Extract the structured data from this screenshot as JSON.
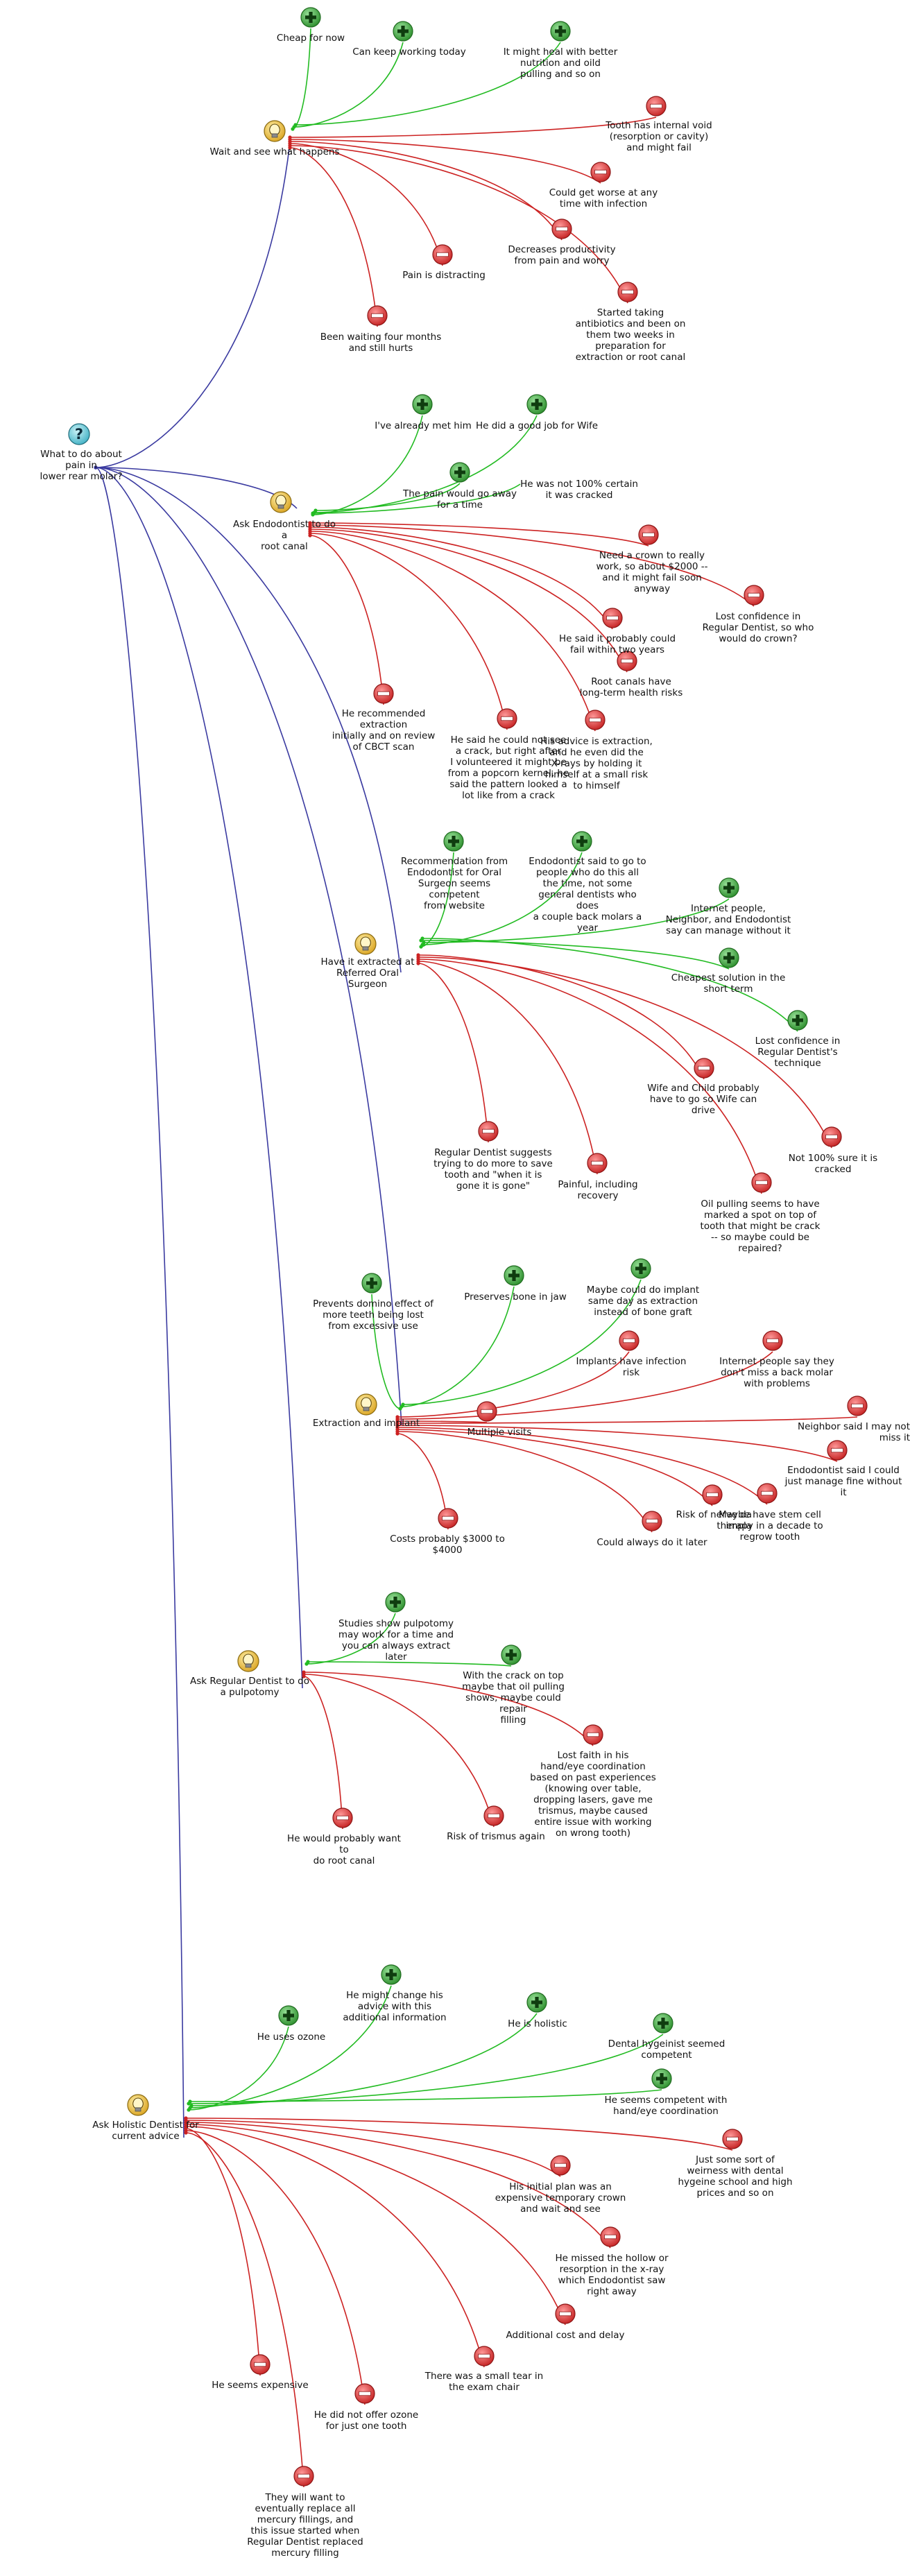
{
  "colors": {
    "root": "#3a3aa0",
    "pro": "#22bb22",
    "con": "#cc2222",
    "question_fill": "#7fd3df",
    "idea_fill": "#efc040",
    "pro_fill": "#33aa33",
    "con_fill": "#e04040"
  },
  "icons": {
    "question": "question-icon",
    "idea": "lightbulb-icon",
    "pro": "plus-icon",
    "con": "minus-icon"
  },
  "question": {
    "label": "What to do about pain in\nlower rear molar?"
  },
  "ideas": [
    {
      "label": "Wait and see what happens",
      "pros": [
        "Cheap for now",
        "Can keep working today",
        "It might heal with better\nnutrition and oild\npulling and so on"
      ],
      "cons": [
        "Tooth has internal void\n(resorption or cavity)\nand might fail",
        "Could get worse at any\ntime with infection",
        "Decreases productivity\nfrom pain and worry",
        "Pain is distracting",
        "Started taking\nantibiotics and been on\nthem two weeks in\npreparation for\nextraction or root canal",
        "Been waiting four months\nand still hurts"
      ]
    },
    {
      "label": "Ask Endodontist to do a\nroot canal",
      "pros": [
        "I've already met him",
        "He did a good job for Wife",
        "The pain would go away\nfor a time",
        "He was not 100% certain\nit was cracked"
      ],
      "cons": [
        "Need a crown to really\nwork, so about $2000 --\nand it might fail soon\nanyway",
        "Lost confidence in\nRegular Dentist, so who\nwould do crown?",
        "He said it probably could\nfail within two years",
        "Root canals have\nlong-term health risks",
        "His advice is extraction,\nand he even did the\nX-rays by holding it\nhimself at a small risk\nto himself",
        "He said he could not see\na crack, but right after\nI volunteered it might be\nfrom a popcorn kernel, he\nsaid the pattern looked a\nlot like from a crack",
        "He recommended extraction\ninitially and on review\nof CBCT scan"
      ]
    },
    {
      "label": "Have it extracted at\nReferred Oral Surgeon",
      "pros": [
        "Recommendation from\nEndodontist for Oral\nSurgeon seems competent\nfrom website",
        "Endodontist said to go to\npeople who do this all\nthe time, not some\ngeneral dentists who does\na couple back molars a\nyear",
        "Internet people,\nNeighbor, and Endodontist\nsay can manage without it",
        "Cheapest solution in the\nshort term",
        "Lost confidence in\nRegular Dentist's\ntechnique"
      ],
      "cons": [
        "Wife and Child probably\nhave to go so Wife can\ndrive",
        "Not 100% sure it is\ncracked",
        "Oil pulling seems to have\nmarked a spot on top of\ntooth that might be crack\n-- so maybe could be\nrepaired?",
        "Painful, including\nrecovery",
        "Regular Dentist suggests\ntrying to do more to save\ntooth and \"when it is\ngone it is gone\""
      ]
    },
    {
      "label": "Extraction and implant",
      "pros": [
        "Prevents domino effect of\nmore teeth being lost\nfrom excessive use",
        "Preserves bone in jaw",
        "Maybe could do implant\nsame day as extraction\ninstead of bone graft"
      ],
      "cons": [
        "Implants have infection\nrisk",
        "Internet people say they\ndon't miss a back molar\nwith problems",
        "Multiple visits",
        "Neighbor said I may not\nmiss it",
        "Endodontist said I could\njust manage fine without\nit",
        "Maybe have stem cell\ntherapy in a decade to\nregrow tooth",
        "Risk of nerve da\nimpla",
        "Could always do it later",
        "Costs probably $3000 to\n$4000"
      ]
    },
    {
      "label": "Ask Regular Dentist to do\na pulpotomy",
      "pros": [
        "Studies show pulpotomy\nmay work for a time and\nyou can always extract\nlater",
        "With the crack on top\nmaybe that oil pulling\nshows, maybe could repair\nfilling"
      ],
      "cons": [
        "Lost faith in his\nhand/eye coordination\nbased on past experiences\n(knowing over table,\ndropping lasers, gave me\ntrismus, maybe caused\nentire issue with working\non wrong tooth)",
        "Risk of trismus again",
        "He would probably want to\ndo root canal"
      ]
    },
    {
      "label": "Ask Holistic Dentist for\ncurrent advice",
      "pros": [
        "He uses ozone",
        "He might change his\nadvice with this\nadditional information",
        "He is holistic",
        "Dental hygeinist seemed\ncompetent",
        "He seems competent with\nhand/eye coordination"
      ],
      "cons": [
        "Just some sort of\nweirness with dental\nhygeine school and high\nprices and so on",
        "His initial plan was an\nexpensive temporary crown\nand wait and see",
        "He missed the hollow or\nresorption in the x-ray\nwhich Endodontist saw\nright away",
        "Additional cost and delay",
        "There was a small tear in\nthe exam chair",
        "He seems expensive",
        "He did not offer ozone\nfor just one tooth",
        "They will want to\neventually replace all\nmercury fillings, and\nthis issue started when\nRegular Dentist replaced\nmercury filling"
      ]
    }
  ]
}
